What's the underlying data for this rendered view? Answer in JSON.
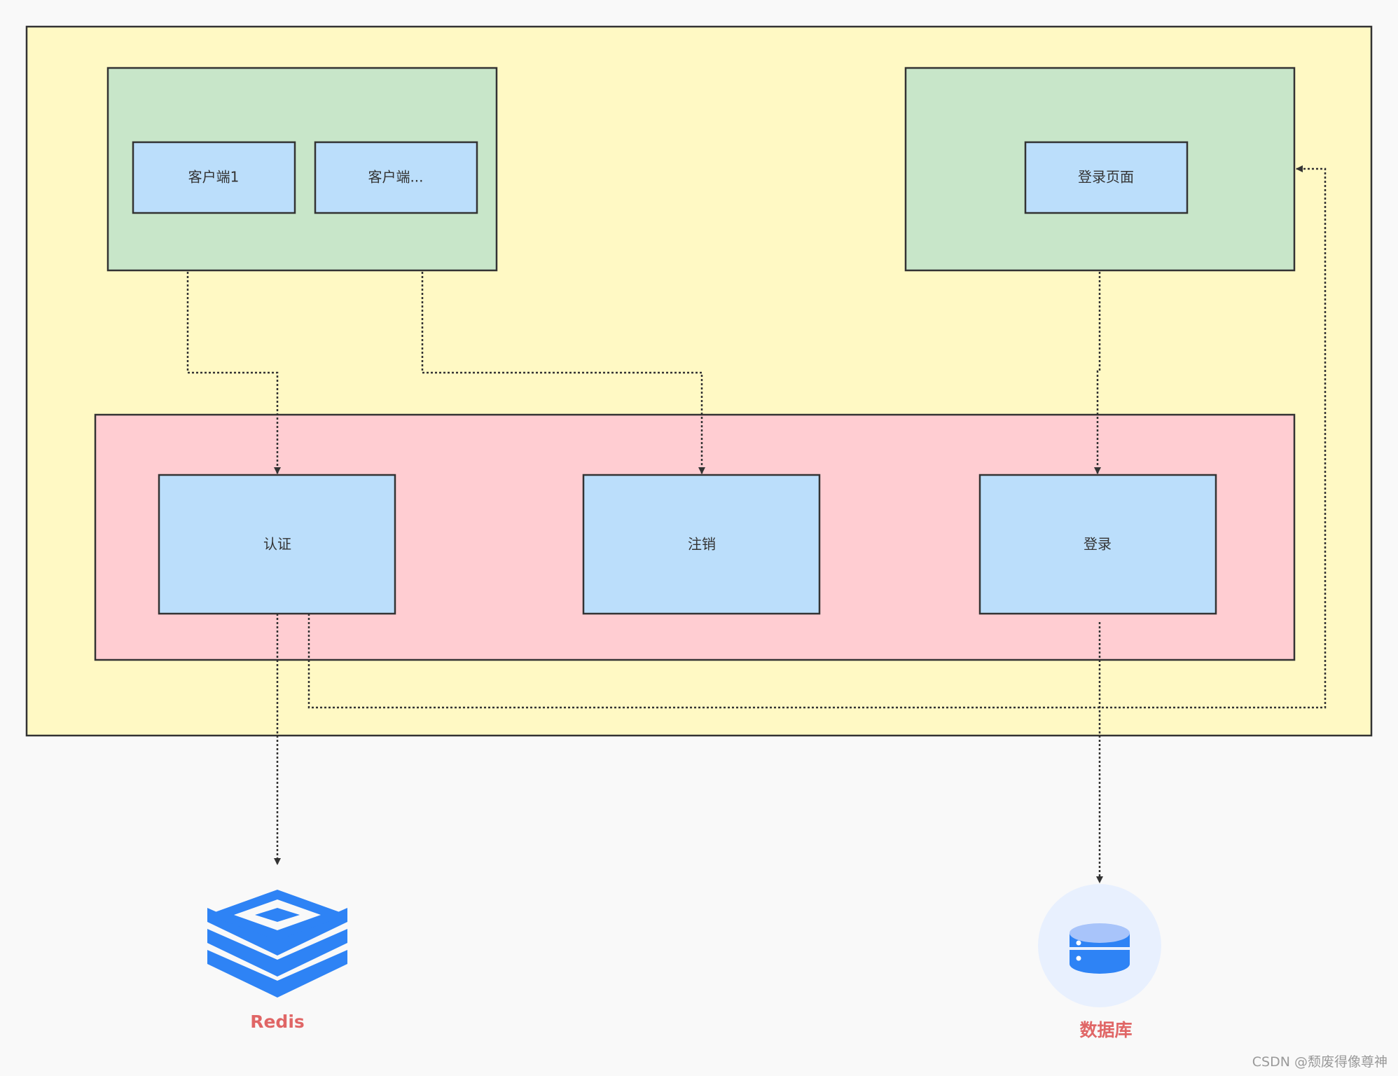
{
  "clients": {
    "client_1": "客户端1",
    "client_more": "客户端..."
  },
  "login_ui": {
    "login_page": "登录页面"
  },
  "services": {
    "auth": "认证",
    "logout": "注销",
    "login": "登录"
  },
  "resources": {
    "redis": "Redis",
    "database": "数据库"
  },
  "watermark": "CSDN @颓废得像尊神",
  "colors": {
    "outer_container": "#fff9c4",
    "client_group": "#c8e6c9",
    "service_group": "#ffcdd2",
    "inner_box": "#bbdefb",
    "stroke": "#333333",
    "resource_label": "#e06666",
    "icon_blue": "#2e83f5"
  },
  "icons": {
    "redis": "redis-icon",
    "database": "database-icon"
  }
}
